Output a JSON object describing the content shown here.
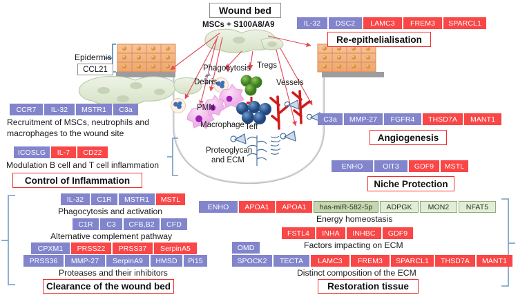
{
  "figure": {
    "title": "Wound bed",
    "subtitle": "MSCs + S100A8/A9"
  },
  "colors": {
    "blue_chip": "#8285cb",
    "red_chip": "#f94646",
    "green_chip": "#c5d6b1",
    "green_lite_chip": "#e3ecd8",
    "headline_border": "#ef2f2f",
    "bracket": "#6f9bc4",
    "arrow": "#e2495c",
    "vessel": "#d91f1f",
    "epidermis": "#f3b183",
    "msc_cell": "#dfe8d2",
    "macrophage": "#f4c2ef",
    "treg": "#4a8a2a",
    "teff": "#2e5f9e"
  },
  "anatomy": {
    "epidermis_label": "Epidermis",
    "epidermis_gene": "CCL21",
    "phagocytosis": "Phagocytosis",
    "debris": "Debris",
    "pmn": "PMN",
    "macrophage": "Macrophage",
    "tregs": "Tregs",
    "teff": "Teff",
    "vessels": "Vessels",
    "proteoglycan": "Proteoglycan\nand ECM",
    "proteoglycan_line1": "Proteoglycan",
    "proteoglycan_line2": "and ECM"
  },
  "panels": {
    "re_epithelialisation": {
      "headline": "Re-epithelialisation",
      "genes": [
        {
          "label": "IL-32",
          "color": "blue"
        },
        {
          "label": "DSC2",
          "color": "blue"
        },
        {
          "label": "LAMC3",
          "color": "red"
        },
        {
          "label": "FREM3",
          "color": "red"
        },
        {
          "label": "SPARCL1",
          "color": "red"
        }
      ]
    },
    "angiogenesis": {
      "headline": "Angiogenesis",
      "genes": [
        {
          "label": "C3a",
          "color": "blue"
        },
        {
          "label": "MMP-27",
          "color": "blue"
        },
        {
          "label": "FGFR4",
          "color": "blue"
        },
        {
          "label": "THSD7A",
          "color": "red"
        },
        {
          "label": "MANT1",
          "color": "red"
        }
      ]
    },
    "niche_protection": {
      "headline": "Niche Protection",
      "genes": [
        {
          "label": "ENHO",
          "color": "blue"
        },
        {
          "label": "OIT3",
          "color": "blue"
        },
        {
          "label": "GDF9",
          "color": "red"
        },
        {
          "label": "MSTL",
          "color": "red"
        }
      ]
    },
    "control_of_inflammation": {
      "headline": "Control of Inflammation",
      "rows": [
        {
          "caption": "Recruitment of MSCs, neutrophils and macrophages to the wound site",
          "caption_line1": "Recruitment of MSCs, neutrophils and",
          "caption_line2": "macrophages to the wound site",
          "genes": [
            {
              "label": "CCR7",
              "color": "blue"
            },
            {
              "label": "IL-32",
              "color": "blue"
            },
            {
              "label": "MSTR1",
              "color": "blue"
            },
            {
              "label": "C3a",
              "color": "blue"
            }
          ]
        },
        {
          "caption": "Modulation B cell and T cell inflammation",
          "genes": [
            {
              "label": "ICOSLG",
              "color": "blue"
            },
            {
              "label": "IL-7",
              "color": "red"
            },
            {
              "label": "CD22",
              "color": "red"
            }
          ]
        }
      ]
    },
    "clearance_of_the_wound_bed": {
      "headline": "Clearance of the wound bed",
      "rows": [
        {
          "caption": "Phagocytosis and activation",
          "genes": [
            {
              "label": "IL-32",
              "color": "blue"
            },
            {
              "label": "C1R",
              "color": "blue"
            },
            {
              "label": "MSTR1",
              "color": "blue"
            },
            {
              "label": "MSTL",
              "color": "red"
            }
          ]
        },
        {
          "caption": "Alternative complement pathway",
          "genes": [
            {
              "label": "C1R",
              "color": "blue"
            },
            {
              "label": "C3",
              "color": "blue"
            },
            {
              "label": "CFB,B2",
              "color": "blue"
            },
            {
              "label": "CFD",
              "color": "blue"
            }
          ]
        },
        {
          "caption": "Proteases and their inhibitors",
          "genes_row_a": [
            {
              "label": "CPXM1",
              "color": "blue"
            },
            {
              "label": "PRSS22",
              "color": "red"
            },
            {
              "label": "PRSS37",
              "color": "red"
            },
            {
              "label": "SerpinA5",
              "color": "red"
            }
          ],
          "genes_row_b": [
            {
              "label": "PRSS36",
              "color": "blue"
            },
            {
              "label": "MMP-27",
              "color": "blue"
            },
            {
              "label": "SerpinA9",
              "color": "blue"
            },
            {
              "label": "HMSD",
              "color": "blue"
            },
            {
              "label": "Pi15",
              "color": "blue"
            }
          ]
        }
      ]
    },
    "restoration_tissue": {
      "headline": "Restoration tissue",
      "rows": [
        {
          "caption": "Energy homeostasis",
          "genes": [
            {
              "label": "ENHO",
              "color": "blue"
            },
            {
              "label": "APOA1",
              "color": "red"
            },
            {
              "label": "APOA1",
              "color": "red"
            },
            {
              "label": "has-miR-582-5p",
              "color": "green"
            },
            {
              "label": "ADPGK",
              "color": "greenlite"
            },
            {
              "label": "MON2",
              "color": "greenlite"
            },
            {
              "label": "NFAT5",
              "color": "greenlite"
            }
          ]
        },
        {
          "caption": "Factors impacting on ECM",
          "genes": [
            {
              "label": "FSTL4",
              "color": "red"
            },
            {
              "label": "INHA",
              "color": "red"
            },
            {
              "label": "INHBC",
              "color": "red"
            },
            {
              "label": "GDF9",
              "color": "red"
            }
          ]
        },
        {
          "caption": "Distinct composition of the ECM",
          "genes_lead": [
            {
              "label": "OMD",
              "color": "blue"
            }
          ],
          "genes": [
            {
              "label": "SPOCK2",
              "color": "blue"
            },
            {
              "label": "TECTA",
              "color": "blue"
            },
            {
              "label": "LAMC3",
              "color": "red"
            },
            {
              "label": "FREM3",
              "color": "red"
            },
            {
              "label": "SPARCL1",
              "color": "red"
            },
            {
              "label": "THSD7A",
              "color": "red"
            },
            {
              "label": "MANT1",
              "color": "red"
            }
          ]
        }
      ]
    }
  }
}
